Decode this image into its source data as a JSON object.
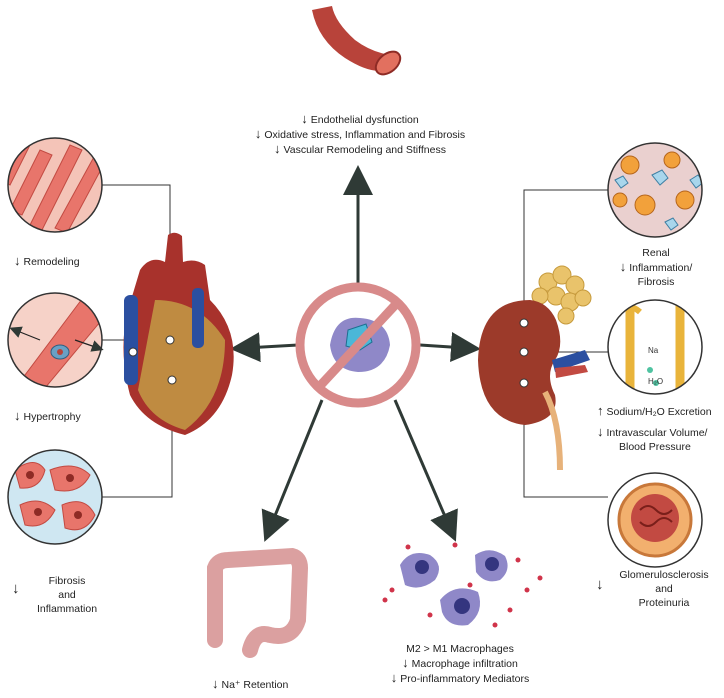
{
  "vessel": {
    "lines": [
      {
        "arrow": "↓",
        "text": "Endothelial dysfunction"
      },
      {
        "arrow": "↓",
        "text": "Oxidative stress, Inflammation and Fibrosis"
      },
      {
        "arrow": "↓",
        "text": "Vascular Remodeling and Stiffness"
      }
    ]
  },
  "heart": {
    "remodeling": {
      "arrow": "↓",
      "text": "Remodeling"
    },
    "hypertrophy": {
      "arrow": "↓",
      "text": "Hypertrophy"
    },
    "fibrosis": {
      "arrow": "↓",
      "l1": "Fibrosis",
      "l2": "and",
      "l3": "Inflammation"
    }
  },
  "kidney": {
    "renal": {
      "arrow": "↓",
      "l1": "Renal",
      "l2": "Inflammation/",
      "l3": "Fibrosis"
    },
    "sodium": {
      "arrow": "↑",
      "text": "Sodium/H₂O Excretion"
    },
    "volume": {
      "arrow": "↓",
      "l1": "Intravascular Volume/",
      "l2": "Blood Pressure"
    },
    "glomerulo": {
      "arrow": "↓",
      "l1": "Glomerulosclerosis",
      "l2": "and",
      "l3": "Proteinuria"
    },
    "tubule_na": "Na",
    "tubule_h2o": "H₂O"
  },
  "gut": {
    "arrow": "↓",
    "text": "Na⁺ Retention"
  },
  "macrophage": {
    "l1": "M2 > M1 Macrophages",
    "l2arrow": "↓",
    "l2": "Macrophage infiltration",
    "l3arrow": "↓",
    "l3": "Pro-inflammatory Mediators"
  },
  "colors": {
    "muscle": "#e8756b",
    "muscle_dark": "#c24a42",
    "vessel": "#b8433a",
    "heart": "#a8322c",
    "kidney": "#9c3a2a",
    "adrenal": "#e9c36b",
    "arrow": "#2f3a36",
    "ban": "#d88a8a",
    "cell": "#8f88c8",
    "gut": "#dba0a0"
  }
}
